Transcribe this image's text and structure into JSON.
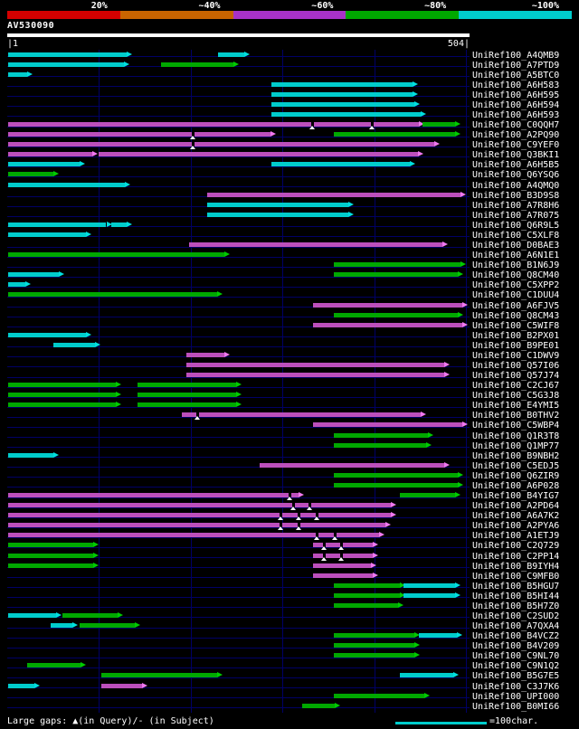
{
  "key": {
    "segments": [
      {
        "label": "20%",
        "color": "#D40000"
      },
      {
        "label": "~40%",
        "color": "#C86400"
      },
      {
        "label": "~60%",
        "color": "#A832C8"
      },
      {
        "label": "~80%",
        "color": "#00A800"
      },
      {
        "label": "~100%",
        "color": "#00CCCC"
      }
    ]
  },
  "query": {
    "name": "AV530090",
    "start_label": "|1",
    "end_label": "504|",
    "length": 504
  },
  "footer": {
    "gaps_legend": "Large gaps: ▲(in Query)/- (in Subject)",
    "scale_legend": "=100char."
  },
  "colors": {
    "background": "#000000",
    "grid": "#000066",
    "query_bar": "#FFFFFF",
    "gap_marker": "#FFFFFF",
    "cyan": "#00CCCC",
    "cyan_arrow": "#00E0E0",
    "green": "#00A800",
    "green_arrow": "#00CC00",
    "magenta": "#BC4FBC",
    "magenta_arrow": "#F078F0"
  },
  "chart_data": {
    "type": "bar",
    "subtype": "sequence-alignment-graphic-overview",
    "title": "AV530090",
    "x_range": [
      1,
      504
    ],
    "x_unit": "characters",
    "scale_bar_chars": 100,
    "grid_chars": [
      100,
      200,
      300,
      400,
      500
    ],
    "identity_bins": [
      "20%",
      "~40%",
      "~60%",
      "~80%",
      "~100%"
    ],
    "legend_position": "top",
    "rows": [
      {
        "label": "UniRef100_A4QMB9",
        "segments": [
          {
            "color": "cyan",
            "start": 1,
            "end": 130
          },
          {
            "color": "cyan",
            "start": 230,
            "end": 258
          }
        ]
      },
      {
        "label": "UniRef100_A7PTD9",
        "segments": [
          {
            "color": "cyan",
            "start": 1,
            "end": 127
          },
          {
            "color": "green",
            "start": 168,
            "end": 247
          }
        ]
      },
      {
        "label": "UniRef100_A5BTC0",
        "segments": [
          {
            "color": "cyan",
            "start": 1,
            "end": 22
          }
        ]
      },
      {
        "label": "UniRef100_A6H583",
        "segments": [
          {
            "color": "cyan",
            "start": 288,
            "end": 442
          }
        ]
      },
      {
        "label": "UniRef100_A6H595",
        "segments": [
          {
            "color": "cyan",
            "start": 288,
            "end": 442
          }
        ]
      },
      {
        "label": "UniRef100_A6H594",
        "segments": [
          {
            "color": "cyan",
            "start": 288,
            "end": 444
          }
        ]
      },
      {
        "label": "UniRef100_A6H593",
        "segments": [
          {
            "color": "cyan",
            "start": 288,
            "end": 451
          }
        ]
      },
      {
        "label": "UniRef100_C0QQH7",
        "segments": [
          {
            "color": "magenta",
            "start": 1,
            "end": 449,
            "gaps": [
              333,
              398
            ]
          },
          {
            "color": "green",
            "start": 453,
            "end": 488
          }
        ]
      },
      {
        "label": "UniRef100_A2PQ90",
        "segments": [
          {
            "color": "magenta",
            "start": 1,
            "end": 287,
            "gaps": [
              203
            ]
          },
          {
            "color": "green",
            "start": 356,
            "end": 488
          }
        ]
      },
      {
        "label": "UniRef100_C9YEF0",
        "segments": [
          {
            "color": "magenta",
            "start": 1,
            "end": 466,
            "gaps": [
              203
            ]
          }
        ]
      },
      {
        "label": "UniRef100_Q3BKI1",
        "segments": [
          {
            "color": "magenta",
            "start": 1,
            "end": 93
          },
          {
            "color": "magenta",
            "start": 100,
            "end": 448
          }
        ]
      },
      {
        "label": "UniRef100_A6H5B5",
        "segments": [
          {
            "color": "cyan",
            "start": 1,
            "end": 79
          },
          {
            "color": "cyan",
            "start": 288,
            "end": 439
          }
        ]
      },
      {
        "label": "UniRef100_Q6YSQ6",
        "segments": [
          {
            "color": "green",
            "start": 1,
            "end": 50
          }
        ]
      },
      {
        "label": "UniRef100_A4QMQ0",
        "segments": [
          {
            "color": "cyan",
            "start": 1,
            "end": 128
          }
        ]
      },
      {
        "label": "UniRef100_B3D9S8",
        "segments": [
          {
            "color": "magenta",
            "start": 218,
            "end": 494
          }
        ]
      },
      {
        "label": "UniRef100_A7R8H6",
        "segments": [
          {
            "color": "cyan",
            "start": 218,
            "end": 372
          }
        ]
      },
      {
        "label": "UniRef100_A7R075",
        "segments": [
          {
            "color": "cyan",
            "start": 218,
            "end": 372
          }
        ]
      },
      {
        "label": "UniRef100_Q6R9L5",
        "segments": [
          {
            "color": "cyan",
            "start": 1,
            "end": 108
          },
          {
            "color": "cyan",
            "start": 113,
            "end": 130
          }
        ]
      },
      {
        "label": "UniRef100_C5XLF8",
        "segments": [
          {
            "color": "cyan",
            "start": 1,
            "end": 86
          }
        ]
      },
      {
        "label": "UniRef100_D0BAE3",
        "segments": [
          {
            "color": "magenta",
            "start": 198,
            "end": 474
          }
        ]
      },
      {
        "label": "UniRef100_A6N1E1",
        "segments": [
          {
            "color": "green",
            "start": 1,
            "end": 237
          }
        ]
      },
      {
        "label": "UniRef100_B1N6J9",
        "segments": [
          {
            "color": "green",
            "start": 356,
            "end": 494
          }
        ]
      },
      {
        "label": "UniRef100_Q8CM40",
        "segments": [
          {
            "color": "cyan",
            "start": 1,
            "end": 56
          },
          {
            "color": "green",
            "start": 356,
            "end": 491
          }
        ]
      },
      {
        "label": "UniRef100_C5XPP2",
        "segments": [
          {
            "color": "cyan",
            "start": 1,
            "end": 20
          }
        ]
      },
      {
        "label": "UniRef100_C1DUU4",
        "segments": [
          {
            "color": "green",
            "start": 1,
            "end": 229
          }
        ]
      },
      {
        "label": "UniRef100_A6FJV5",
        "segments": [
          {
            "color": "magenta",
            "start": 333,
            "end": 496
          }
        ]
      },
      {
        "label": "UniRef100_Q8CM43",
        "segments": [
          {
            "color": "green",
            "start": 356,
            "end": 491
          }
        ]
      },
      {
        "label": "UniRef100_C5WIF8",
        "segments": [
          {
            "color": "magenta",
            "start": 333,
            "end": 496
          }
        ]
      },
      {
        "label": "UniRef100_B2PX01",
        "segments": [
          {
            "color": "cyan",
            "start": 1,
            "end": 86
          }
        ]
      },
      {
        "label": "UniRef100_B9PE01",
        "segments": [
          {
            "color": "cyan",
            "start": 50,
            "end": 96
          }
        ]
      },
      {
        "label": "UniRef100_C1DWV9",
        "segments": [
          {
            "color": "magenta",
            "start": 195,
            "end": 237
          }
        ]
      },
      {
        "label": "UniRef100_Q57I06",
        "segments": [
          {
            "color": "magenta",
            "start": 195,
            "end": 476
          }
        ]
      },
      {
        "label": "UniRef100_Q57J74",
        "segments": [
          {
            "color": "magenta",
            "start": 195,
            "end": 476
          }
        ]
      },
      {
        "label": "UniRef100_C2CJ67",
        "segments": [
          {
            "color": "green",
            "start": 1,
            "end": 118
          },
          {
            "color": "green",
            "start": 142,
            "end": 250
          }
        ]
      },
      {
        "label": "UniRef100_C5G3J8",
        "segments": [
          {
            "color": "green",
            "start": 1,
            "end": 118
          },
          {
            "color": "green",
            "start": 142,
            "end": 250
          }
        ]
      },
      {
        "label": "UniRef100_E4YMI5",
        "segments": [
          {
            "color": "green",
            "start": 1,
            "end": 118
          },
          {
            "color": "green",
            "start": 142,
            "end": 250
          }
        ]
      },
      {
        "label": "UniRef100_B0THV2",
        "segments": [
          {
            "color": "magenta",
            "start": 190,
            "end": 451,
            "gaps": [
              208
            ]
          }
        ]
      },
      {
        "label": "UniRef100_C5WBP4",
        "segments": [
          {
            "color": "magenta",
            "start": 333,
            "end": 496
          }
        ]
      },
      {
        "label": "UniRef100_Q1R3T8",
        "segments": [
          {
            "color": "green",
            "start": 356,
            "end": 459
          }
        ]
      },
      {
        "label": "UniRef100_Q1MP77",
        "segments": [
          {
            "color": "green",
            "start": 356,
            "end": 457
          }
        ]
      },
      {
        "label": "UniRef100_B9NBH2",
        "segments": [
          {
            "color": "cyan",
            "start": 1,
            "end": 50
          }
        ]
      },
      {
        "label": "UniRef100_C5EDJ5",
        "segments": [
          {
            "color": "magenta",
            "start": 275,
            "end": 476
          }
        ]
      },
      {
        "label": "UniRef100_Q6ZIR9",
        "segments": [
          {
            "color": "green",
            "start": 356,
            "end": 491
          }
        ]
      },
      {
        "label": "UniRef100_A6P028",
        "segments": [
          {
            "color": "green",
            "start": 356,
            "end": 491
          }
        ]
      },
      {
        "label": "UniRef100_B4YIG7",
        "segments": [
          {
            "color": "magenta",
            "start": 1,
            "end": 318,
            "gaps": [
              308
            ]
          },
          {
            "color": "green",
            "start": 428,
            "end": 488
          }
        ]
      },
      {
        "label": "UniRef100_A2PD64",
        "segments": [
          {
            "color": "magenta",
            "start": 1,
            "end": 418,
            "gaps": [
              312,
              330
            ]
          }
        ]
      },
      {
        "label": "UniRef100_A6A7K2",
        "segments": [
          {
            "color": "magenta",
            "start": 1,
            "end": 418,
            "gaps": [
              298,
              318,
              338
            ]
          }
        ]
      },
      {
        "label": "UniRef100_A2PYA6",
        "segments": [
          {
            "color": "magenta",
            "start": 1,
            "end": 412,
            "gaps": [
              298,
              318
            ]
          }
        ]
      },
      {
        "label": "UniRef100_A1ETJ9",
        "segments": [
          {
            "color": "magenta",
            "start": 1,
            "end": 405,
            "gaps": [
              338,
              358
            ]
          }
        ]
      },
      {
        "label": "UniRef100_C2Q729",
        "segments": [
          {
            "color": "green",
            "start": 1,
            "end": 94
          },
          {
            "color": "magenta",
            "start": 333,
            "end": 398,
            "gaps": [
              346,
              364
            ]
          }
        ]
      },
      {
        "label": "UniRef100_C2PP14",
        "segments": [
          {
            "color": "green",
            "start": 1,
            "end": 94
          },
          {
            "color": "magenta",
            "start": 333,
            "end": 398,
            "gaps": [
              346,
              364
            ]
          }
        ]
      },
      {
        "label": "UniRef100_B9IYH4",
        "segments": [
          {
            "color": "green",
            "start": 1,
            "end": 94
          },
          {
            "color": "magenta",
            "start": 333,
            "end": 396
          }
        ]
      },
      {
        "label": "UniRef100_C9MFB0",
        "segments": [
          {
            "color": "magenta",
            "start": 333,
            "end": 398
          }
        ]
      },
      {
        "label": "UniRef100_B5HGU7",
        "segments": [
          {
            "color": "green",
            "start": 356,
            "end": 428
          },
          {
            "color": "cyan",
            "start": 432,
            "end": 488
          }
        ]
      },
      {
        "label": "UniRef100_B5HI44",
        "segments": [
          {
            "color": "green",
            "start": 356,
            "end": 428
          },
          {
            "color": "cyan",
            "start": 432,
            "end": 488
          }
        ]
      },
      {
        "label": "UniRef100_B5H7Z0",
        "segments": [
          {
            "color": "green",
            "start": 356,
            "end": 426
          }
        ]
      },
      {
        "label": "UniRef100_C2SUD2",
        "segments": [
          {
            "color": "cyan",
            "start": 1,
            "end": 53
          },
          {
            "color": "green",
            "start": 60,
            "end": 120
          }
        ]
      },
      {
        "label": "UniRef100_A7QXA4",
        "segments": [
          {
            "color": "cyan",
            "start": 47,
            "end": 71
          },
          {
            "color": "green",
            "start": 79,
            "end": 139
          }
        ]
      },
      {
        "label": "UniRef100_B4VCZ2",
        "segments": [
          {
            "color": "green",
            "start": 356,
            "end": 444
          },
          {
            "color": "cyan",
            "start": 449,
            "end": 490
          }
        ]
      },
      {
        "label": "UniRef100_B4V209",
        "segments": [
          {
            "color": "green",
            "start": 356,
            "end": 444
          }
        ]
      },
      {
        "label": "UniRef100_C9NL70",
        "segments": [
          {
            "color": "green",
            "start": 356,
            "end": 444
          }
        ]
      },
      {
        "label": "UniRef100_C9N1Q2",
        "segments": [
          {
            "color": "green",
            "start": 22,
            "end": 80
          }
        ]
      },
      {
        "label": "UniRef100_B5G7E5",
        "segments": [
          {
            "color": "green",
            "start": 103,
            "end": 229
          },
          {
            "color": "cyan",
            "start": 428,
            "end": 486
          }
        ]
      },
      {
        "label": "UniRef100_C3J7K6",
        "segments": [
          {
            "color": "cyan",
            "start": 1,
            "end": 30
          },
          {
            "color": "magenta",
            "start": 103,
            "end": 147
          }
        ]
      },
      {
        "label": "UniRef100_UPI000",
        "segments": [
          {
            "color": "green",
            "start": 356,
            "end": 455
          }
        ]
      },
      {
        "label": "UniRef100_B0MI66",
        "segments": [
          {
            "color": "green",
            "start": 322,
            "end": 357
          }
        ]
      }
    ]
  }
}
